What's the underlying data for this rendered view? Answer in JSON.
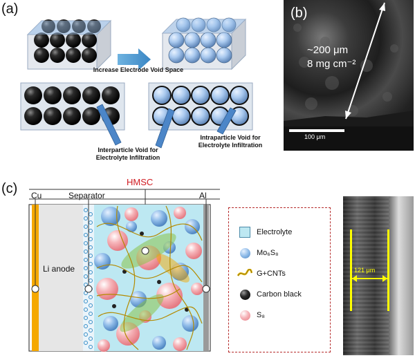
{
  "panel_a": {
    "label": "(a)",
    "arrow_caption": "Increase Electrode Void Space",
    "interparticle_caption": "Interparticle Void for\nElectrolyte Infiltration",
    "intraparticle_caption": "Intraparticle Void for\nElectrolyte Infiltration"
  },
  "panel_b": {
    "label": "(b)",
    "thickness_text": "~200 μm",
    "loading_text": "8 mg cm⁻²",
    "scalebar_text": "100 μm"
  },
  "panel_c": {
    "label": "(c)",
    "cu_label": "Cu",
    "separator_label": "Separator",
    "hmsc_label": "HMSC",
    "al_label": "Al",
    "li_anode_label": "Li anode",
    "legend": {
      "electrolyte": "Electrolyte",
      "mo6s8": "Mo₆S₈",
      "gcnt": "G+CNTs",
      "carbon_black": "Carbon black",
      "s8": "S₈"
    },
    "thickness_label": "121 μm",
    "colors": {
      "hmsc": "#d0191f",
      "cu": "#f5a800",
      "electrolyte": "#bde8f2",
      "mo6s8": "#6fa8dc",
      "s8": "#f2a3a8",
      "gcnt": "#e8c020",
      "measure": "#ffff00"
    }
  }
}
